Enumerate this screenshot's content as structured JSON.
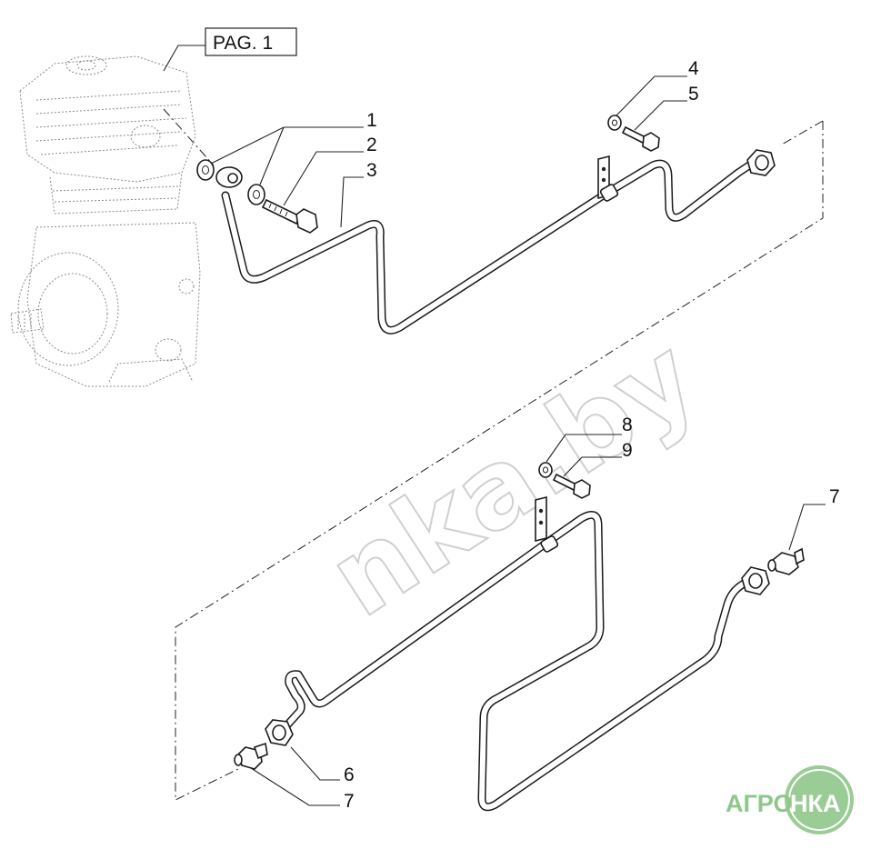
{
  "page_ref": "PAG. 1",
  "callouts": {
    "c1": "1",
    "c2": "2",
    "c3": "3",
    "c4": "4",
    "c5": "5",
    "c6": "6",
    "c7a": "7",
    "c7b": "7",
    "c8": "8",
    "c9": "9"
  },
  "watermark": "nka.by",
  "logo": {
    "left": "АГРО",
    "right": "НКА",
    "color_left": "#8fc78a",
    "color_circle": "#8fc78a"
  },
  "icons": {
    "compressor": "air-compressor-icon",
    "pipe": "brake-pipe-icon",
    "bolt": "bolt-icon",
    "washer": "washer-icon",
    "clamp": "pipe-clamp-icon",
    "union": "pipe-union-icon"
  }
}
